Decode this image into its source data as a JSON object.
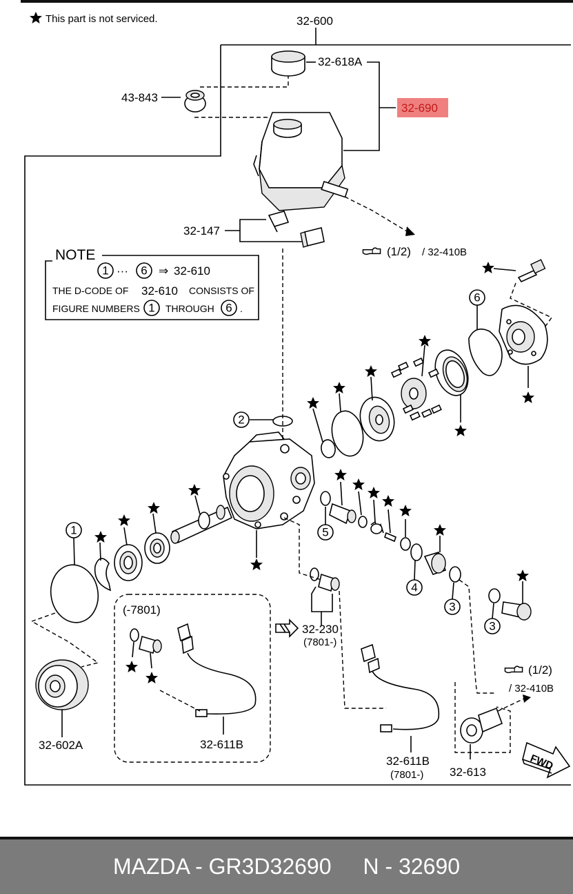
{
  "header": {
    "not_serviced_note": "This part is not serviced."
  },
  "group_label": "32-600",
  "callouts": {
    "cap": "32-618A",
    "reservoir_highlight": "32-690",
    "grommet": "43-843",
    "clip": "32-147",
    "ref_top": "(1/2)",
    "ref_top_code": "/ 32-410B",
    "switch": "32-230",
    "switch_range": "(7801-)",
    "pulley": "32-602A",
    "sensor_a": "32-611B",
    "sensor_b": "32-611B",
    "sensor_b_range": "(7801-)",
    "union": "32-613",
    "ref_bottom": "(1/2)",
    "ref_bottom_code": "/ 32-410B",
    "inset_range": "(-7801)",
    "fwd": "FWD"
  },
  "note": {
    "title": "NOTE",
    "range_start": "1",
    "range_dots": "···",
    "range_end": "6",
    "arrow": "⇒",
    "target": "32-610",
    "line2_a": "THE D-CODE OF",
    "line2_code": "32-610",
    "line2_b": "CONSISTS OF",
    "line3_a": "FIGURE NUMBERS",
    "line3_n1": "1",
    "line3_b": "THROUGH",
    "line3_n2": "6",
    "line3_end": "."
  },
  "figure_numbers": {
    "n1": "1",
    "n2": "2",
    "n3a": "3",
    "n3b": "3",
    "n4": "4",
    "n5": "5",
    "n6": "6"
  },
  "colors": {
    "highlight": "#f08080",
    "footer_bg": "#7b7b7b",
    "footer_text": "#ffffff"
  },
  "footer": {
    "part_number": "MAZDA - GR3D32690",
    "alt_number": "N - 32690"
  }
}
